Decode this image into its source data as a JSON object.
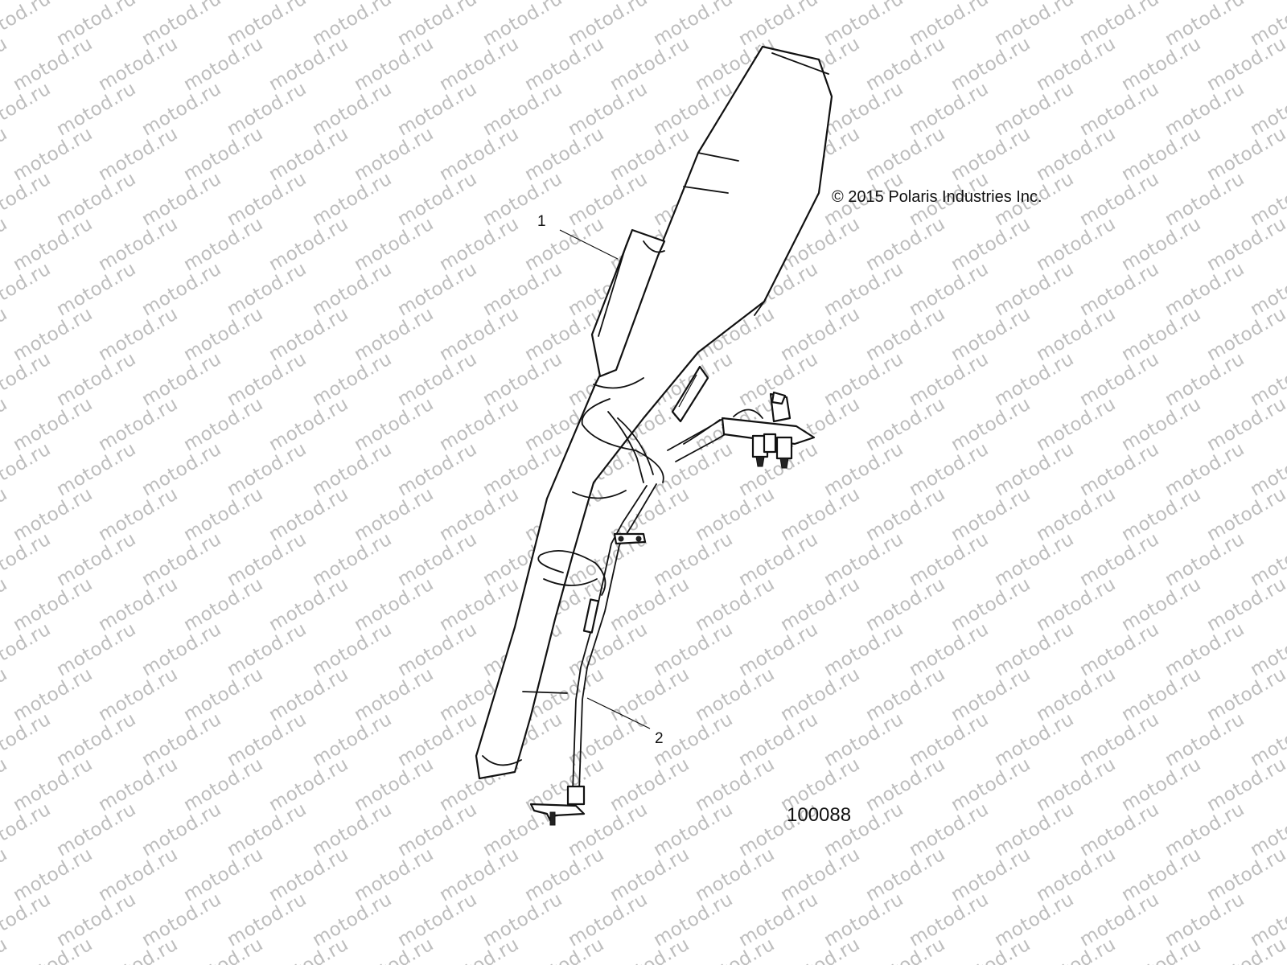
{
  "watermark": {
    "text": "motod.ru",
    "color": "#bdbdbd"
  },
  "diagram": {
    "copyright": "© 2015 Polaris Industries Inc.",
    "diagram_id": "100088",
    "callouts": [
      {
        "label": "1"
      },
      {
        "label": "2"
      }
    ]
  },
  "colors": {
    "line": "#111111",
    "background": "#ffffff"
  }
}
